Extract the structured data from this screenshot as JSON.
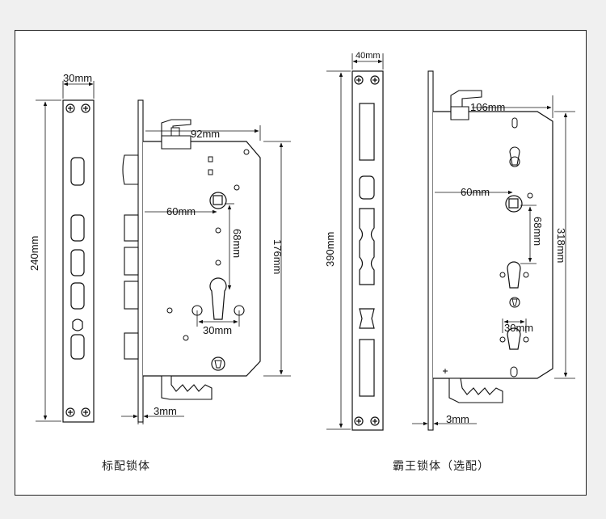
{
  "standard_lock": {
    "caption": "标配锁体",
    "dims": {
      "faceplate_width": "30mm",
      "faceplate_length": "240mm",
      "case_depth": "92mm",
      "backset": "60mm",
      "handle_to_cylinder": "68mm",
      "case_height": "176mm",
      "cylinder_width": "30mm",
      "plate_thickness": "3mm"
    }
  },
  "premium_lock": {
    "caption": "霸王锁体（选配）",
    "dims": {
      "faceplate_width": "40mm",
      "faceplate_length": "390mm",
      "case_depth": "106mm",
      "backset": "60mm",
      "handle_to_cylinder": "68mm",
      "case_height": "318mm",
      "cylinder_width": "30mm",
      "plate_thickness": "3mm"
    }
  }
}
